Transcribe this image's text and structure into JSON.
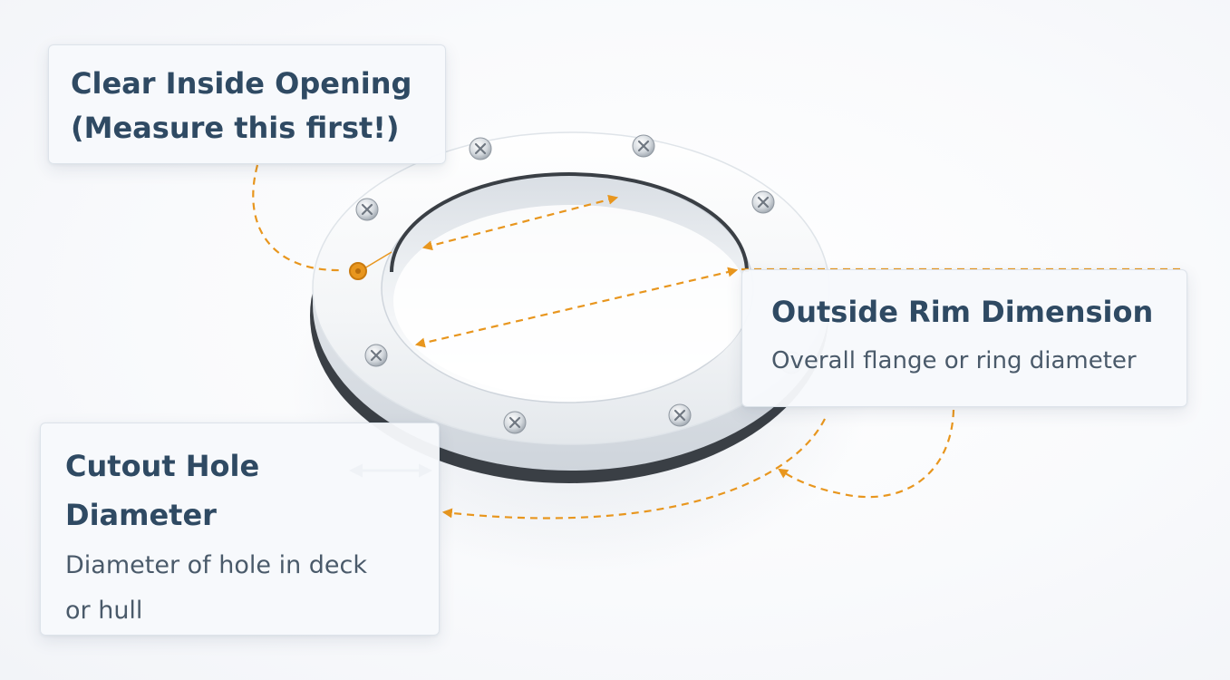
{
  "diagram": {
    "callouts": {
      "clear_inside": {
        "heading": [
          "Clear Inside Opening",
          "(Measure this first!)"
        ]
      },
      "outside_rim": {
        "heading": [
          "Outside Rim Dimension"
        ],
        "description": [
          "Overall flange or ring diameter"
        ]
      },
      "cutout_hole": {
        "heading": [
          "Cutout Hole",
          "Diameter"
        ],
        "description": [
          "Diameter of hole in deck",
          "or hull"
        ]
      }
    },
    "screw_count": 8,
    "colors": {
      "accent_arrow": "#E8961E",
      "heading_text": "#2F4A63",
      "body_text": "#4A5A6A",
      "ring_face": "#F4F6F8",
      "gasket": "#3A3F45",
      "dark_arrow": "#2F4A63"
    },
    "icons": [
      "phillips-screw-icon",
      "double-headed-arrow-icon",
      "measurement-dot-icon"
    ]
  }
}
